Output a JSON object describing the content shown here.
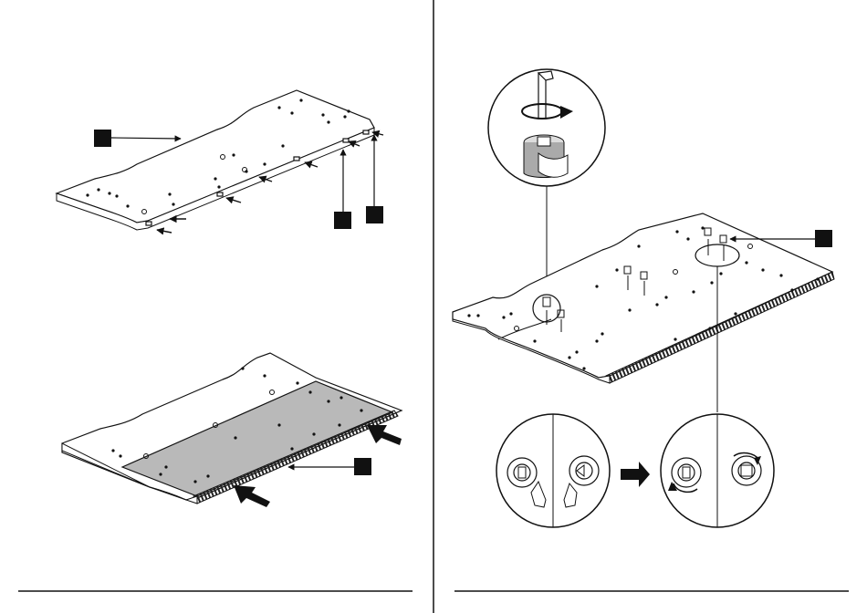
{
  "pages": [
    {
      "name": "left-page",
      "steps": [
        {
          "name": "step-insert-dowels",
          "callouts": [
            "callout-a",
            "callout-b",
            "callout-c"
          ]
        },
        {
          "name": "step-attach-back-panel",
          "callouts": [
            "callout-d"
          ]
        }
      ]
    },
    {
      "name": "right-page",
      "steps": [
        {
          "name": "step-tighten-cam-locks",
          "callouts": [
            "callout-e"
          ]
        }
      ]
    }
  ],
  "icons": [
    "allen-key-icon",
    "rotation-arrow-icon",
    "cam-lock-icon",
    "hand-pointing-icon",
    "direction-arrow-icon"
  ],
  "colors": {
    "ink": "#111111",
    "panel_fill": "#ffffff",
    "shaded_panel": "#b9b9b9",
    "callout_box": "#111111"
  }
}
